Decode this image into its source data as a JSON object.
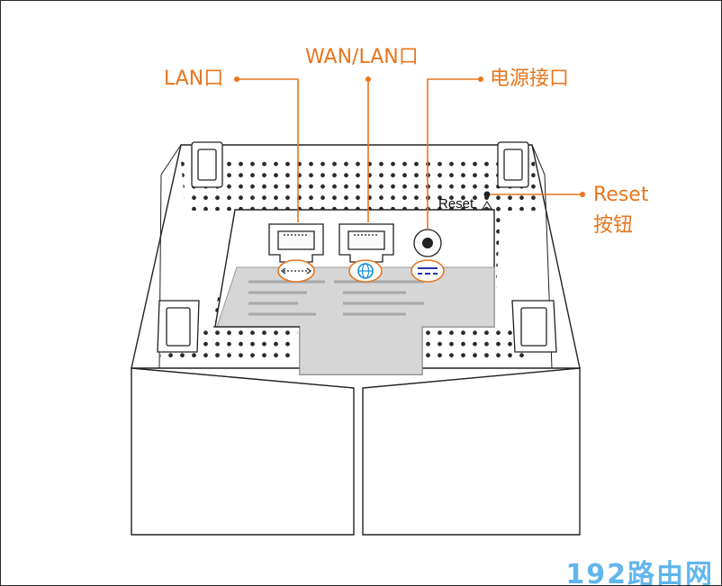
{
  "labels": {
    "lan_port": "LAN口",
    "wan_lan_port": "WAN/LAN口",
    "power_port": "电源接口",
    "reset_line1": "Reset",
    "reset_line2": "按钮",
    "device_reset": "Reset"
  },
  "icons": {
    "lan": "lan-arrows-icon",
    "wan": "globe-icon",
    "power": "dc-power-icon",
    "reset": "triangle-icon"
  },
  "colors": {
    "accent": "#e8761e",
    "wan_icon": "#1a8fd6",
    "power_icon": "#2233aa",
    "watermark": "#62b6ee",
    "label_panel": "#d6d6d6"
  },
  "watermark": "192路由网"
}
